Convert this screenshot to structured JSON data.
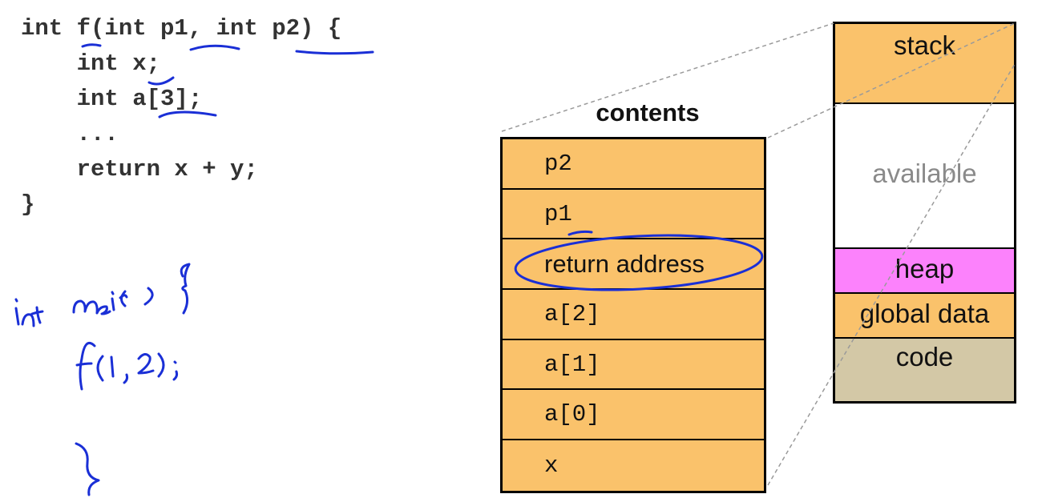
{
  "code": {
    "lines": [
      "int f(int p1, int p2) {",
      "    int x;",
      "    int a[3];",
      "    ...",
      "    return x + y;",
      "}"
    ]
  },
  "stack_frame": {
    "title": "contents",
    "slots": [
      "p2",
      "p1",
      "return address",
      "a[2]",
      "a[1]",
      "a[0]",
      "x"
    ]
  },
  "memory": {
    "segments": [
      {
        "label": "stack",
        "color": "#fac26b",
        "text_color": "#111111"
      },
      {
        "label": "available",
        "color": "#ffffff",
        "text_color": "#8a8a8a"
      },
      {
        "label": "heap",
        "color": "#fc82fc",
        "text_color": "#111111"
      },
      {
        "label": "global data",
        "color": "#fac26b",
        "text_color": "#111111"
      },
      {
        "label": "code",
        "color": "#d3c8a6",
        "text_color": "#111111"
      }
    ]
  },
  "annotations": {
    "ink_color": "#1a2fd6",
    "handwriting": [
      "int main( ) {",
      "f(1, 2);",
      "}"
    ]
  }
}
